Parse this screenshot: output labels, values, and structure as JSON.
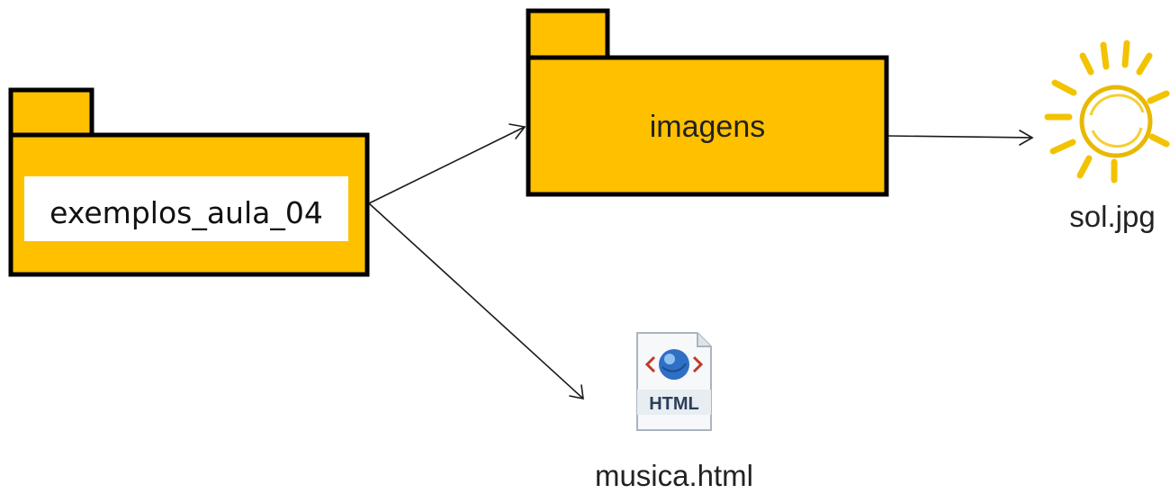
{
  "diagram": {
    "root_folder": {
      "label": "exemplos_aula_04",
      "icon": "folder-icon"
    },
    "sub_folder": {
      "label": "imagens",
      "icon": "folder-icon"
    },
    "image_file": {
      "label": "sol.jpg",
      "icon": "sun-icon"
    },
    "html_file": {
      "label": "musica.html",
      "icon": "html-file-icon",
      "badge": "HTML"
    },
    "colors": {
      "folder_fill": "#FFC000",
      "folder_stroke": "#000000",
      "sun": "#F2C300",
      "arrow": "#1a1a1a"
    }
  }
}
